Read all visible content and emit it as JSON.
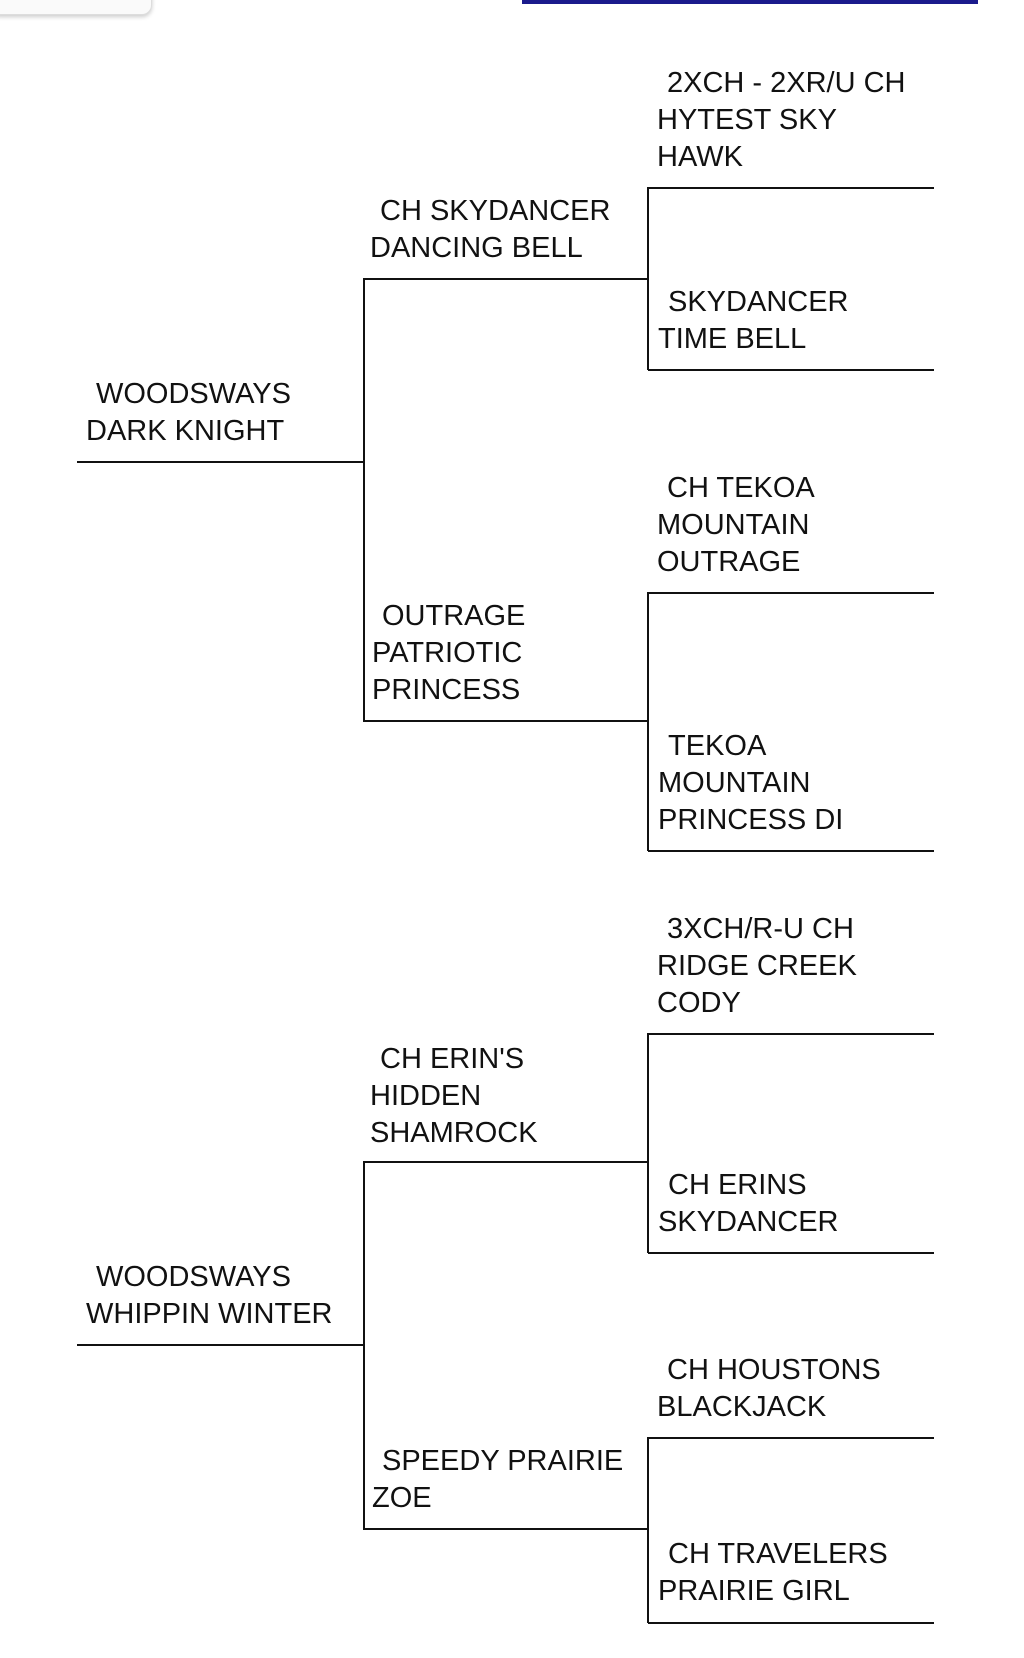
{
  "pedigree": {
    "sire": {
      "name": "WOODSWAYS DARK KNIGHT",
      "sire": {
        "name": "CH SKYDANCER DANCING BELL",
        "sire": {
          "name": "2XCH - 2XR/U CH HYTEST SKY HAWK"
        },
        "dam": {
          "name": "SKYDANCER TIME BELL"
        }
      },
      "dam": {
        "name": "OUTRAGE PATRIOTIC PRINCESS",
        "sire": {
          "name": "CH TEKOA MOUNTAIN OUTRAGE"
        },
        "dam": {
          "name": "TEKOA MOUNTAIN PRINCESS DI"
        }
      }
    },
    "dam": {
      "name": "WOODSWAYS WHIPPIN WINTER",
      "sire": {
        "name": "CH ERIN'S HIDDEN SHAMROCK",
        "sire": {
          "name": "3XCH/R-U CH RIDGE CREEK CODY"
        },
        "dam": {
          "name": "CH ERINS SKYDANCER"
        }
      },
      "dam": {
        "name": "SPEEDY PRAIRIE ZOE",
        "sire": {
          "name": "CH HOUSTONS BLACKJACK"
        },
        "dam": {
          "name": "CH TRAVELERS PRAIRIE GIRL"
        }
      }
    }
  }
}
